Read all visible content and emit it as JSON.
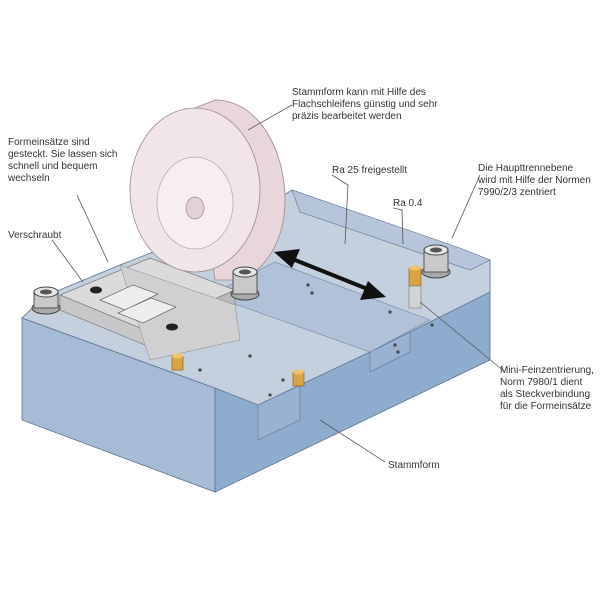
{
  "annotations": {
    "grinding": "Stammform kann mit Hilfe des\nFlachschleifens günstig und sehr\npräzis bearbeitet werden",
    "inserts": "Formeinsätze sind\ngesteckt. Sie lassen sich\nschnell und bequem\nwechseln",
    "screwed": "Verschraubt",
    "ra25": "Ra 25 freigestellt",
    "ra04": "Ra 0.4",
    "parting_plane": "Die Haupttrennebene\nwird mit Hilfe der Normen\n7990/2/3 zentriert",
    "mini_centering": "Mini-Feinzentrierung,\nNorm 7980/1 dient\nals Steckverbindung\nfür die Formeinsätze",
    "base_mold": "Stammform"
  },
  "colors": {
    "block_top": "#c3cfdd",
    "block_front": "#a7bcd6",
    "block_right": "#8faecf",
    "groove": "#b3c3d8",
    "insert": "#dadadc",
    "wheel": "#f1e3e6",
    "brass": "#d9a441",
    "arrow": "#111111"
  },
  "icons": [
    "grinding-wheel",
    "double-arrow",
    "centering-bushing",
    "screw-hole",
    "brass-pin"
  ]
}
